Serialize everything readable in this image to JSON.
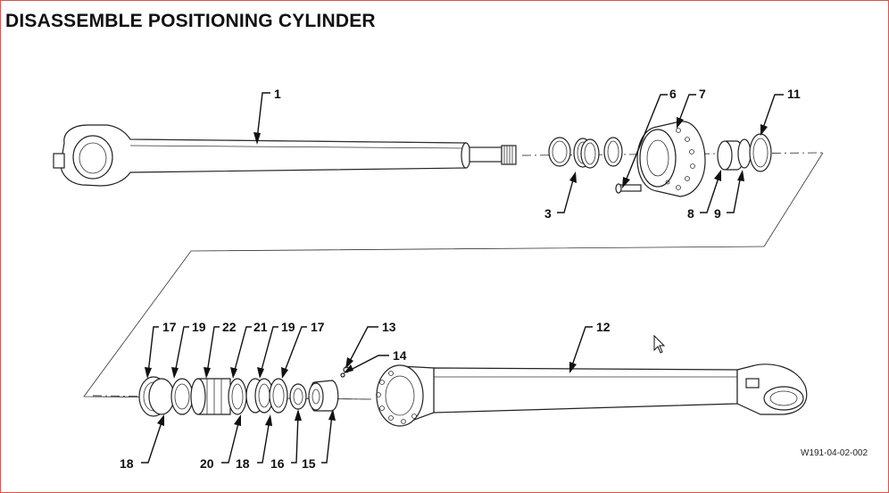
{
  "title": "DISASSEMBLE POSITIONING CYLINDER",
  "figure_code": "W191-04-02-002",
  "part_labels": {
    "p1": "1",
    "p3": "3",
    "p6": "6",
    "p7": "7",
    "p8": "8",
    "p9": "9",
    "p11": "11",
    "p12": "12",
    "p13": "13",
    "p14": "14",
    "p15": "15",
    "p16": "16",
    "p17a": "17",
    "p17b": "17",
    "p18a": "18",
    "p18b": "18",
    "p19a": "19",
    "p19b": "19",
    "p20": "20",
    "p21": "21",
    "p22": "22"
  },
  "colors": {
    "frame": "#d9534f",
    "line": "#222222",
    "background": "#ffffff"
  },
  "icons": {
    "cursor": "mouse-pointer-icon"
  }
}
